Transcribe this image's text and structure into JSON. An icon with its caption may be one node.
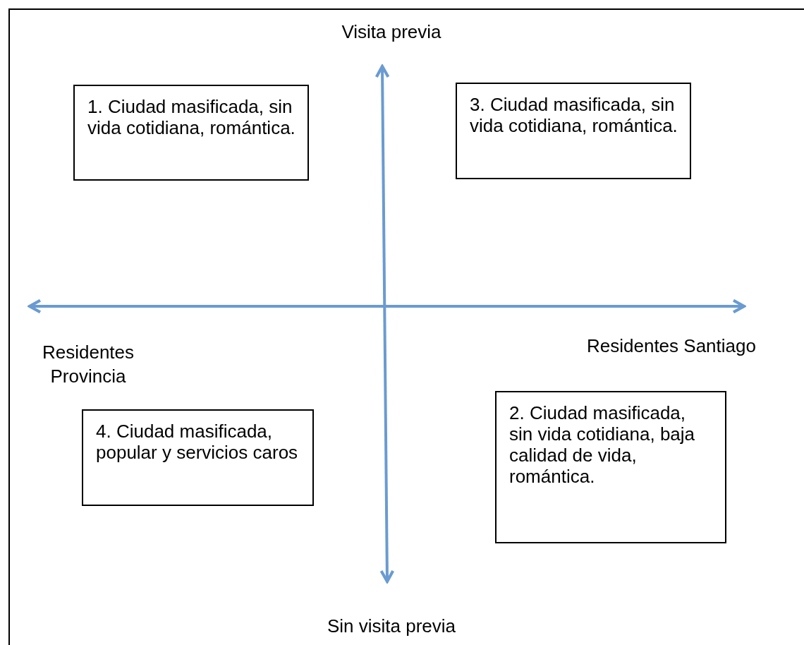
{
  "diagram": {
    "nodes": [
      {
        "text": [
          "1. Ciudad masificada, sin vida cotidiana, romántica."
        ]
      },
      {
        "text": [
          "3. Ciudad masificada, sin vida cotidiana, romántica."
        ]
      },
      {
        "text": [
          "4. Ciudad masificada, popular y servicios caros"
        ]
      },
      {
        "text": [
          "2. Ciudad masificada, sin vida cotidiana, baja calidad de vida, romántica."
        ]
      }
    ],
    "edges": [],
    "labels": [
      "Visita previa",
      "Residentes Provincia",
      "Residentes Santiago",
      "Sin visita previa"
    ]
  }
}
